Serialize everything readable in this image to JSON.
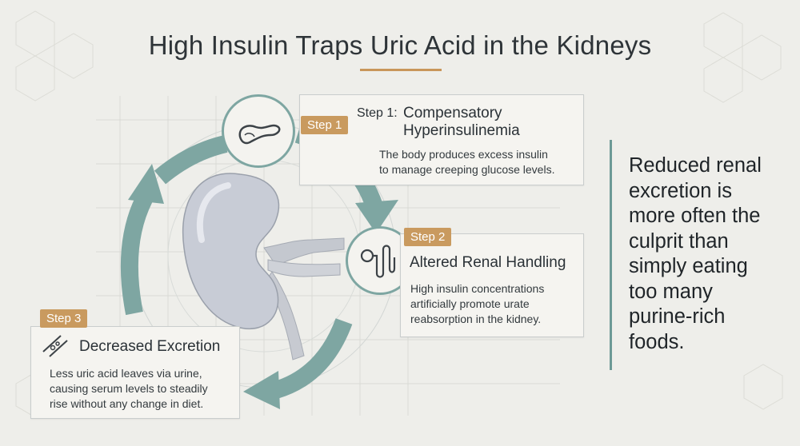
{
  "title": "High Insulin Traps Uric Acid in the Kidneys",
  "steps": [
    {
      "badge": "Step 1",
      "prefix": "Step 1:",
      "title_line1": "Compensatory",
      "title_line2": "Hyperinsulinemia",
      "body_line1": "The body produces excess insulin",
      "body_line2": "to manage creeping glucose levels.",
      "icon": "pancreas-icon"
    },
    {
      "badge": "Step 2",
      "title": "Altered Renal Handling",
      "body_line1": "High insulin concentrations",
      "body_line2": "artificially promote urate",
      "body_line3": "reabsorption in the kidney.",
      "icon": "nephron-icon"
    },
    {
      "badge": "Step 3",
      "title": "Decreased Excretion",
      "body_line1": "Less uric acid leaves via urine,",
      "body_line2": "causing serum levels to steadily",
      "body_line3": "rise without any change in diet.",
      "icon": "blood-vessel-icon"
    }
  ],
  "callout": {
    "line1": "Reduced renal",
    "line2": "excretion is",
    "line3": "more often the",
    "line4": "culprit than",
    "line5": "simply eating",
    "line6": "too many",
    "line7": "purine-rich",
    "line8": "foods."
  },
  "colors": {
    "background": "#eeeeea",
    "accent_gold": "#c99a5f",
    "accent_teal": "#6c9996",
    "arrow_fill": "#7ea6a2",
    "kidney": "#c8ccd6"
  }
}
